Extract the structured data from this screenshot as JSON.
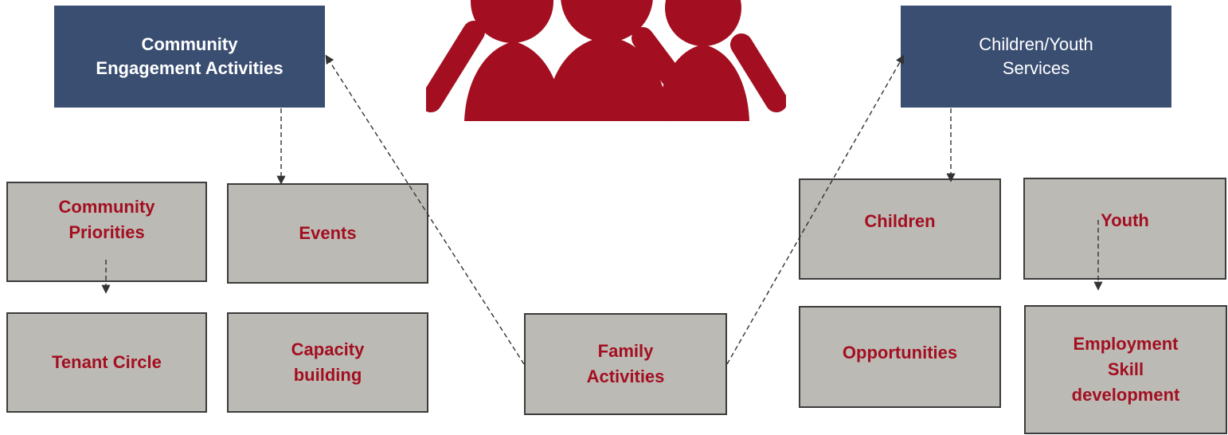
{
  "headers": {
    "community": "Community\nEngagement Activities",
    "children_youth": "Children/Youth\nServices"
  },
  "nodes": {
    "community_priorities": "Community\nPriorities",
    "events": "Events",
    "tenant_circle": "Tenant Circle",
    "capacity_building": "Capacity\nbuilding",
    "family_activities": "Family\nActivities",
    "children": "Children",
    "youth": "Youth",
    "opportunities": "Opportunities",
    "employment": "Employment\nSkill\ndevelopment"
  },
  "icon": {
    "name": "people-group-icon",
    "color": "#a30f20"
  },
  "colors": {
    "header_bg": "#3a4e72",
    "node_bg": "#bcbab5",
    "node_text": "#a30f20",
    "connector": "#333333"
  }
}
